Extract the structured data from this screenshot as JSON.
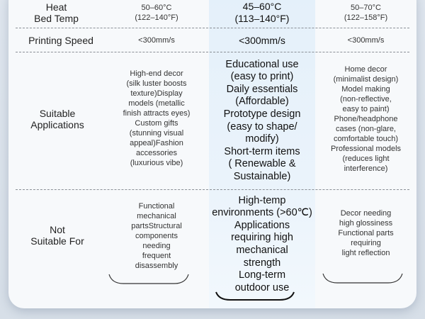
{
  "rows": {
    "temp": {
      "label_1": "Heat",
      "label_2": "Bed Temp",
      "left_1": "50–60°C",
      "left_2": "(122–140°F)",
      "mid_1": "45–60°C",
      "mid_2": "(113–140°F)",
      "right_1": "50–70°C",
      "right_2": "(122–158°F)"
    },
    "speed": {
      "label": "Printing Speed",
      "left": "<300mm/s",
      "mid": "<300mm/s",
      "right": "<300mm/s"
    },
    "applications": {
      "label_1": "Suitable",
      "label_2": "Applications",
      "left": [
        "High-end decor",
        "(silk luster boosts",
        "texture)Display",
        "models (metallic",
        "finish attracts eyes)",
        "Custom gifts",
        "(stunning visual",
        "appeal)Fashion",
        "accessories",
        "(luxurious vibe)"
      ],
      "mid": [
        "Educational use",
        "(easy to print)",
        "Daily essentials",
        "(Affordable)",
        "Prototype design",
        "(easy to shape/",
        "modify)",
        "Short-term items",
        "( Renewable &",
        "Sustainable)"
      ],
      "right": [
        "Home decor",
        "(minimalist design)",
        "Model making",
        "(non-reflective,",
        "easy to paint)",
        "Phone/headphone",
        "cases (non-glare,",
        "comfortable touch)",
        "Professional models",
        "(reduces light",
        "interference)"
      ]
    },
    "not_suitable": {
      "label_1": "Not",
      "label_2": "Suitable For",
      "left": [
        "Functional",
        "mechanical",
        "partsStructural",
        "components",
        "needing",
        "frequent",
        "disassembly"
      ],
      "mid": [
        "High-temp",
        "environments (>60℃)",
        "Applications",
        "requiring high",
        "mechanical",
        "strength",
        "Long-term",
        "outdoor use"
      ],
      "right": [
        "Decor needing",
        "high glossiness",
        "Functional parts",
        "requiring",
        "light reflection"
      ]
    }
  },
  "colors": {
    "card": "#f7f9fb",
    "highlight": "#e6f1fa",
    "divider": "#8a8f96"
  }
}
